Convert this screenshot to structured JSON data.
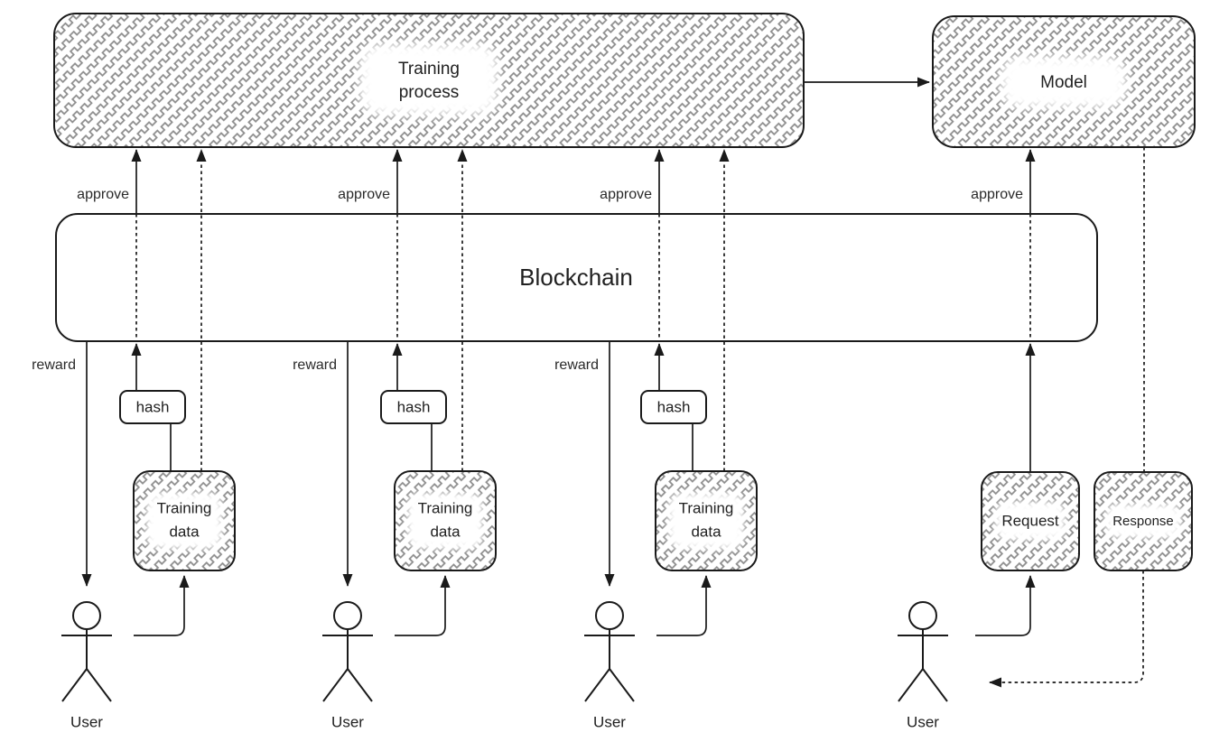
{
  "diagram": {
    "type": "flow-diagram",
    "colors": {
      "background": "#ffffff",
      "stroke": "#1a1a1a",
      "hatch_pattern": "#8d8d8d",
      "text": "#212121"
    },
    "nodes": {
      "training_process": {
        "line1": "Training",
        "line2": "process"
      },
      "model": {
        "label": "Model"
      },
      "blockchain": {
        "label": "Blockchain"
      },
      "hash": {
        "label": "hash"
      },
      "training_data": {
        "line1": "Training",
        "line2": "data"
      },
      "request": {
        "label": "Request"
      },
      "response": {
        "label": "Response"
      },
      "user": {
        "label": "User"
      }
    },
    "edge_labels": {
      "approve": "approve",
      "reward": "reward"
    },
    "structure_notes": {
      "user_count": 4,
      "training_data_count": 3,
      "hash_count": 3,
      "approve_label_count": 4,
      "reward_label_count": 3
    }
  }
}
